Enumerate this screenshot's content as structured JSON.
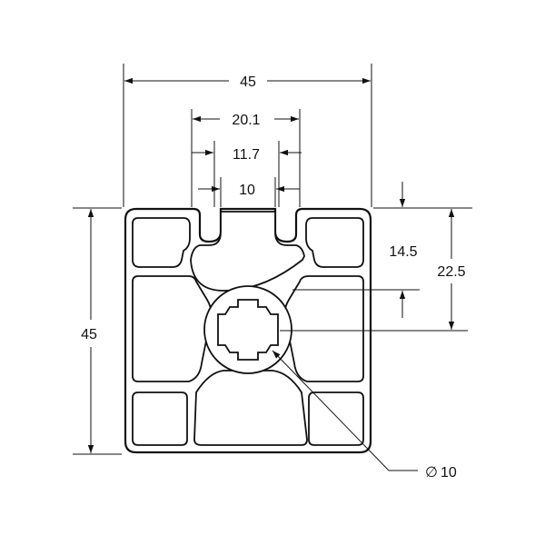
{
  "dimensions": {
    "overall_width": "45",
    "slot_outer_width": "20.1",
    "slot_mid_width": "11.7",
    "slot_opening": "10",
    "overall_height": "45",
    "groove_depth": "14.5",
    "center_height": "22.5",
    "bore_diameter": "10"
  },
  "bore_symbol": "∅",
  "colors": {
    "line": "#111111",
    "background": "#ffffff"
  }
}
